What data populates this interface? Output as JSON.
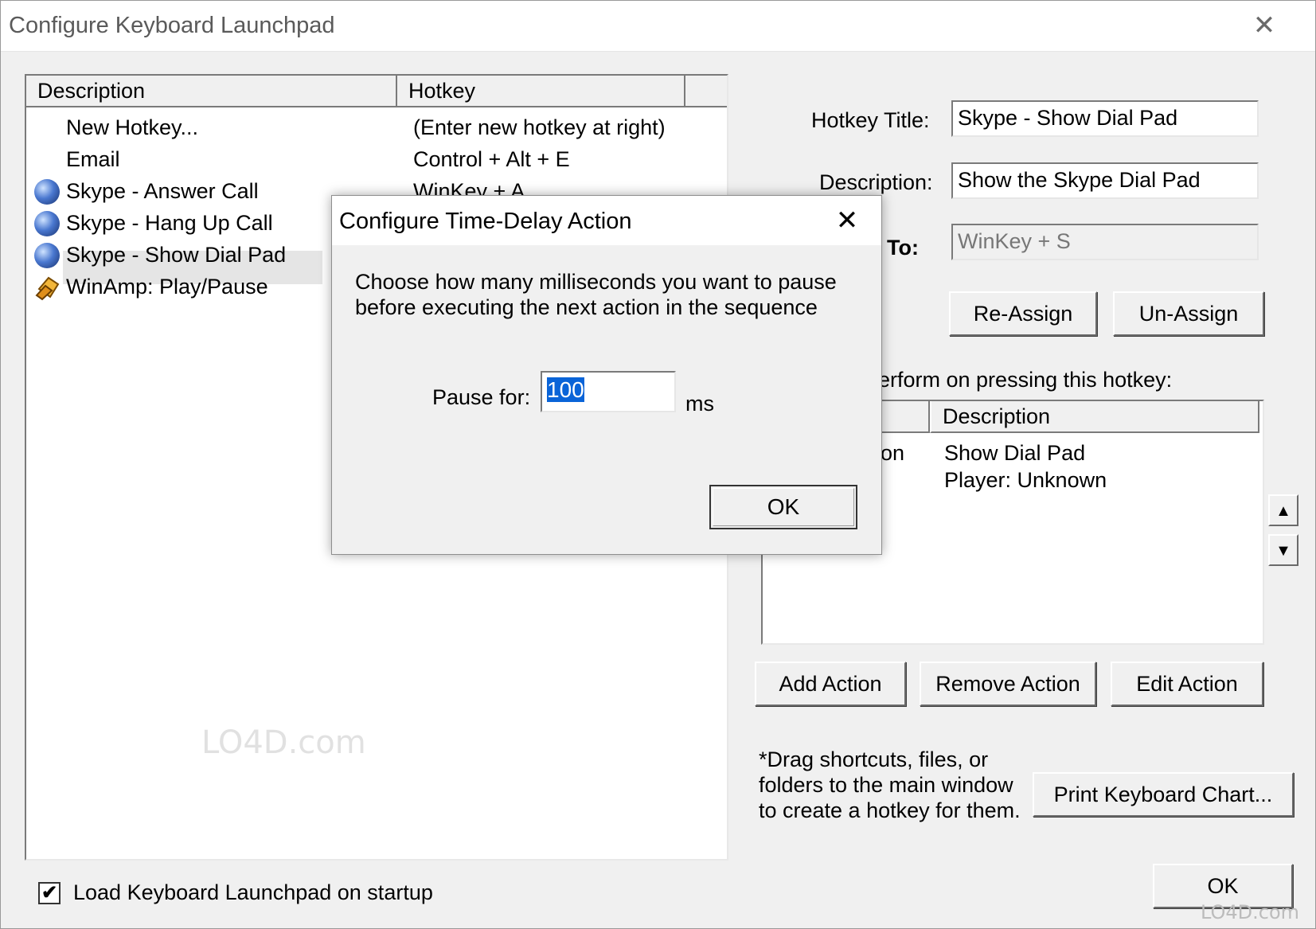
{
  "window": {
    "title": "Configure Keyboard Launchpad",
    "close_glyph": "✕"
  },
  "hotkey_list": {
    "columns": [
      "Description",
      "Hotkey"
    ],
    "rows": [
      {
        "icon": "",
        "description": "New Hotkey...",
        "hotkey": "(Enter new hotkey at right)"
      },
      {
        "icon": "",
        "description": "Email",
        "hotkey": "Control + Alt + E"
      },
      {
        "icon": "skype-globe-icon",
        "description": "Skype - Answer Call",
        "hotkey": "WinKey + A"
      },
      {
        "icon": "skype-globe-icon",
        "description": "Skype - Hang Up Call",
        "hotkey": ""
      },
      {
        "icon": "skype-globe-icon",
        "description": "Skype - Show Dial Pad",
        "hotkey": ""
      },
      {
        "icon": "winamp-icon",
        "description": "WinAmp: Play/Pause",
        "hotkey": ""
      }
    ],
    "selected_row": "Skype - Show Dial Pad"
  },
  "form": {
    "hotkey_title_label": "Hotkey Title:",
    "hotkey_title_value": "Skype - Show Dial Pad",
    "description_label": "Description:",
    "description_value": "Show the Skype Dial Pad",
    "assigned_to_label": "To:",
    "assigned_to_value": "WinKey + S",
    "reassign_button": "Re-Assign",
    "unassign_button": "Un-Assign",
    "actions_label": "erform on pressing this hotkey:"
  },
  "actions_list": {
    "columns": [
      "",
      "Description"
    ],
    "rows": [
      {
        "type": "on",
        "description": "Show Dial Pad"
      },
      {
        "type": "",
        "description": "Player: Unknown"
      }
    ],
    "move_up_glyph": "▲",
    "move_down_glyph": "▼"
  },
  "action_buttons": {
    "add": "Add Action",
    "remove": "Remove Action",
    "edit": "Edit Action"
  },
  "hint_text": "*Drag shortcuts, files, or folders to the main window to create a hotkey for them.",
  "print_button": "Print Keyboard Chart...",
  "ok_button": "OK",
  "startup_checkbox": {
    "label": "Load Keyboard Launchpad on startup",
    "checked": true,
    "glyph": "✔"
  },
  "watermark": {
    "center": "LO4D.com",
    "corner": "LO4D.com"
  },
  "dialog": {
    "title": "Configure Time-Delay Action",
    "close_glyph": "✕",
    "message_line1": "Choose how many milliseconds you want to pause",
    "message_line2": "before executing the next action in the sequence",
    "pause_label": "Pause for:",
    "pause_value": "100",
    "unit": "ms",
    "ok_button": "OK"
  },
  "colors": {
    "selection": "#0a64d8",
    "row_highlight": "#e5e5e5",
    "background": "#f0f0f0"
  }
}
